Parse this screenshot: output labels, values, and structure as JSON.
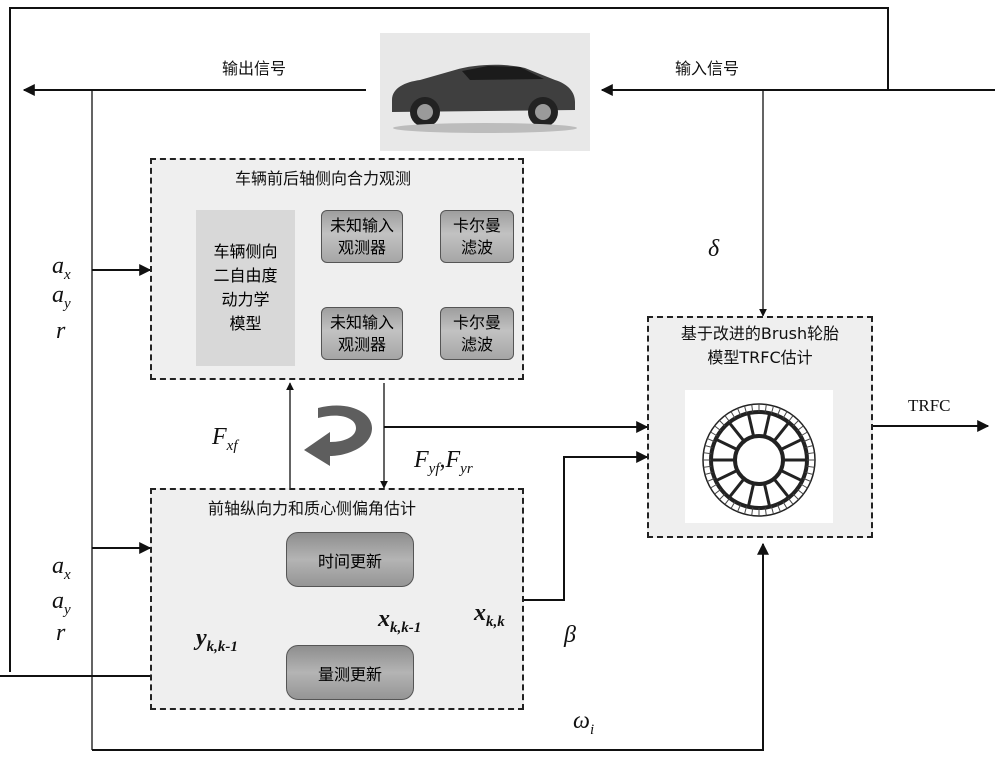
{
  "labels": {
    "output_signal": "输出信号",
    "input_signal": "输入信号",
    "observer_title": "车辆前后轴侧向合力观测",
    "dynamics_model": "车辆侧向\n二自由度\n动力学\n模型",
    "uio": "未知输入\n观测器",
    "kalman": "卡尔曼\n滤波",
    "estimator_title": "前轴纵向力和质心侧偏角估计",
    "time_update": "时间更新",
    "measurement_update": "量测更新",
    "trfc_title": "基于改进的Brush轮胎\n模型TRFC估计",
    "trfc_output": "TRFC"
  },
  "math": {
    "a": "a",
    "x": "x",
    "y": "y",
    "r": "r",
    "delta": "δ",
    "F": "F",
    "xf": "xf",
    "yf": "yf",
    "yr": "yr",
    "fy_sep": ",",
    "xbold": "x",
    "ybold": "y",
    "kk": "k,k",
    "kk1": "k,k-1",
    "beta": "β",
    "omega": "ω",
    "i": "i"
  },
  "colors": {
    "line": "#111111",
    "gray_arrow": "#8a8a8a",
    "box_fill": "#efefef"
  }
}
